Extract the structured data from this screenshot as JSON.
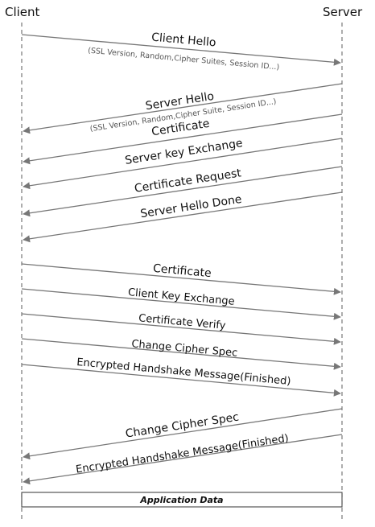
{
  "participants": {
    "client": "Client",
    "server": "Server"
  },
  "messages": [
    {
      "label": "Client Hello",
      "detail": "(SSL Version, Random,Cipher Suites, Session ID...)",
      "direction": "client-to-server"
    },
    {
      "label": "Server Hello",
      "detail": "(SSL Version, Random,Cipher Suite, Session ID...)",
      "direction": "server-to-client"
    },
    {
      "label": "Certificate",
      "direction": "server-to-client"
    },
    {
      "label": "Server key Exchange",
      "direction": "server-to-client"
    },
    {
      "label": "Certificate Request",
      "direction": "server-to-client"
    },
    {
      "label": "Server Hello Done",
      "direction": "server-to-client"
    },
    {
      "label": "Certificate",
      "direction": "client-to-server"
    },
    {
      "label": "Client Key Exchange",
      "direction": "client-to-server"
    },
    {
      "label": "Certificate Verify",
      "direction": "client-to-server"
    },
    {
      "label": "Change Cipher Spec",
      "direction": "client-to-server"
    },
    {
      "label": "Encrypted Handshake Message(Finished)",
      "direction": "client-to-server"
    },
    {
      "label": "Change Cipher Spec",
      "direction": "server-to-client"
    },
    {
      "label": "Encrypted Handshake Message(Finished)",
      "direction": "server-to-client"
    }
  ],
  "application_data": "Application Data",
  "colors": {
    "line": "#777777",
    "text": "#111111",
    "detail": "#555555"
  }
}
